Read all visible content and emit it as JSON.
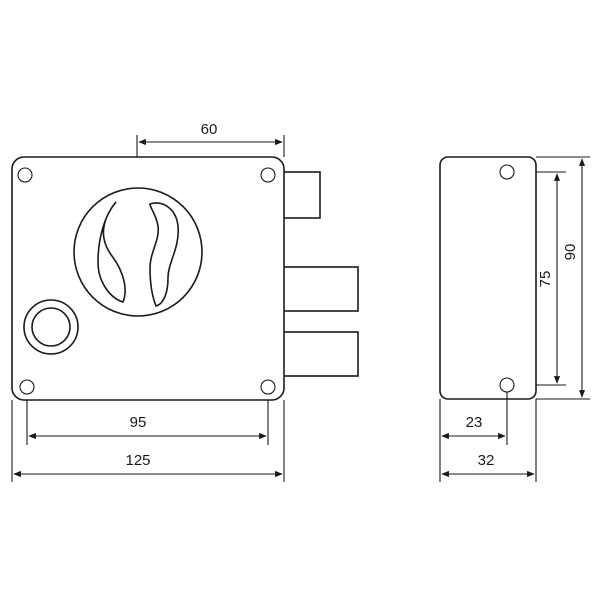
{
  "dimensions": {
    "top_width": "60",
    "plate_inner_width": "95",
    "plate_outer_width": "125",
    "side_inner_height": "75",
    "side_outer_height": "90",
    "side_inner_width": "23",
    "side_outer_width": "32"
  },
  "colors": {
    "stroke": "#1a1a1a",
    "background": "#ffffff"
  }
}
